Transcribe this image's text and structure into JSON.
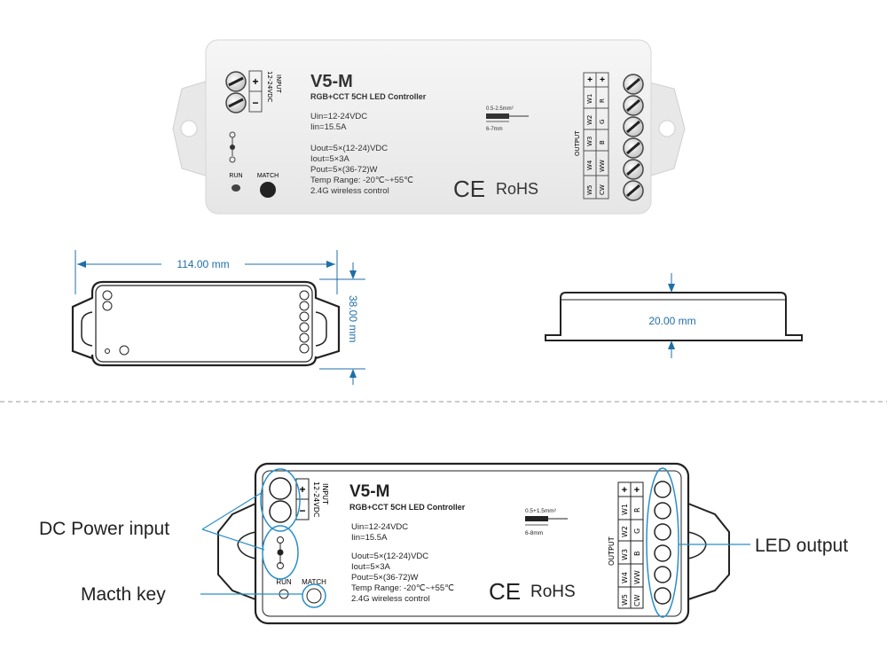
{
  "product": {
    "model": "V5-M",
    "subtitle": "RGB+CCT 5CH LED Controller",
    "input_label": "INPUT",
    "input_voltage": "12-24VDC",
    "plus": "+",
    "minus": "−",
    "spec_uin": "Uin=12-24VDC",
    "spec_iin": "Iin=15.5A",
    "spec_uout": "Uout=5×(12-24)VDC",
    "spec_iout": "Iout=5×3A",
    "spec_pout": "Pout=5×(36-72)W",
    "spec_temp": "Temp Range: -20℃~+55℃",
    "spec_wireless": "2.4G wireless control",
    "run_label": "RUN",
    "match_label": "MATCH",
    "ce_mark": "CE",
    "rohs": "RoHS",
    "wire_spec_top": "0.5-2.5mm²",
    "wire_strip_top": "6-7mm",
    "wire_spec_bottom": "0.5+1.5mm²",
    "wire_strip_bottom": "6-8mm",
    "output_label": "OUTPUT",
    "output_channels": [
      "W1",
      "W2",
      "W3",
      "W4",
      "W5"
    ],
    "output_colors_top": [
      "+",
      "R",
      "G",
      "B",
      "WW",
      "CW"
    ],
    "output_colors_bottom": [
      "+",
      "R",
      "G",
      "B",
      "WW",
      "CW"
    ]
  },
  "dimensions": {
    "length": "114.00 mm",
    "width": "38.00 mm",
    "height": "20.00 mm"
  },
  "callouts": {
    "dc_power_input": "DC Power input",
    "match_key": "Macth key",
    "led_output": "LED output"
  },
  "colors": {
    "dimension_blue": "#1f6fa8",
    "callout_blue": "#2a8fc8",
    "housing": "#f0f0f0",
    "outline": "#222222"
  }
}
